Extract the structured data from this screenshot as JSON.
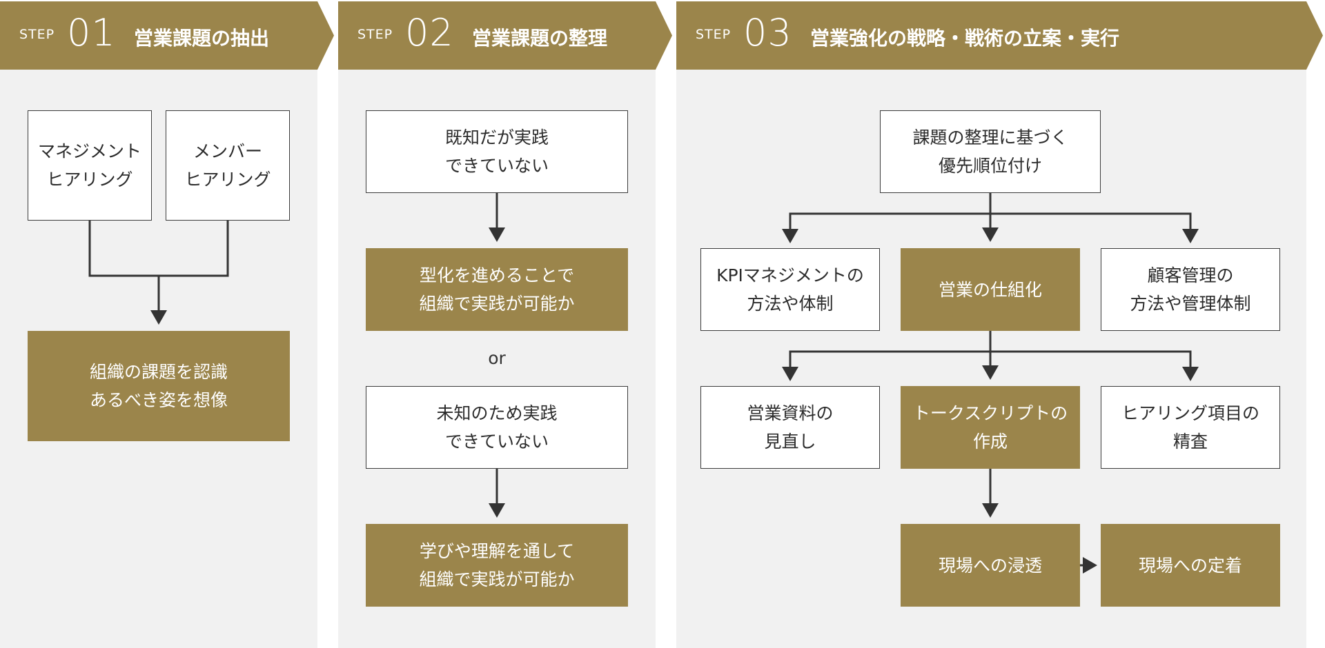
{
  "colors": {
    "accent": "#9b854b",
    "panel": "#f1f1f1",
    "line": "#333333"
  },
  "steps": [
    {
      "step_label": "STEP",
      "number": "01",
      "title": "営業課題の抽出",
      "boxes": {
        "management": "マネジメント\nヒアリング",
        "member": "メンバー\nヒアリング",
        "result": "組織の課題を認識\nあるべき姿を想像"
      }
    },
    {
      "step_label": "STEP",
      "number": "02",
      "title": "営業課題の整理",
      "boxes": {
        "known": "既知だが実践\nできていない",
        "known_result": "型化を進めることで\n組織で実践が可能か",
        "or": "or",
        "unknown": "未知のため実践\nできていない",
        "unknown_result": "学びや理解を通して\n組織で実践が可能か"
      }
    },
    {
      "step_label": "STEP",
      "number": "03",
      "title": "営業強化の戦略・戦術の立案・実行",
      "boxes": {
        "priority": "課題の整理に基づく\n優先順位付け",
        "kpi": "KPIマネジメントの\n方法や体制",
        "systemize": "営業の仕組化",
        "customer": "顧客管理の\n方法や管理体制",
        "materials": "営業資料の\n見直し",
        "script": "トークスクリプトの\n作成",
        "hearing_items": "ヒアリング項目の\n精査",
        "penetration": "現場への浸透",
        "establishment": "現場への定着"
      }
    }
  ]
}
